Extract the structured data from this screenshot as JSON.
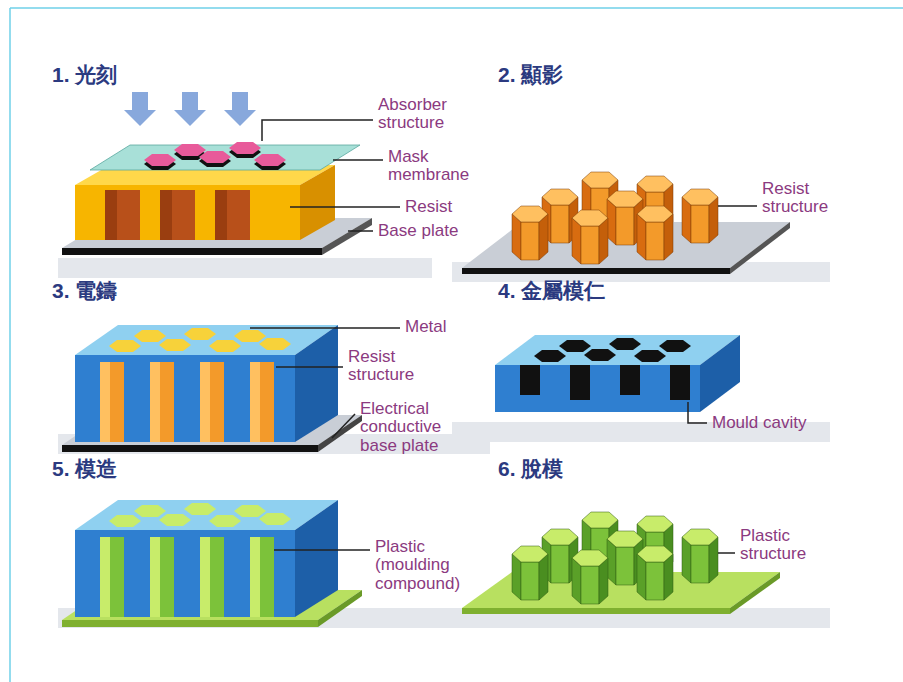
{
  "diagram": {
    "labels": [
      "1. 光刻",
      "Absorber structure",
      "Mask membrane",
      "Resist",
      "Base plate",
      "2. 顯影",
      "Resist structure",
      "3. 電鑄",
      "Metal",
      "Resist structure",
      "Electrical conductive base plate",
      "4. 金屬模仁",
      "Mould cavity",
      "5. 模造",
      "Plastic (moulding compound)",
      "6. 脫模",
      "Plastic structure"
    ]
  }
}
